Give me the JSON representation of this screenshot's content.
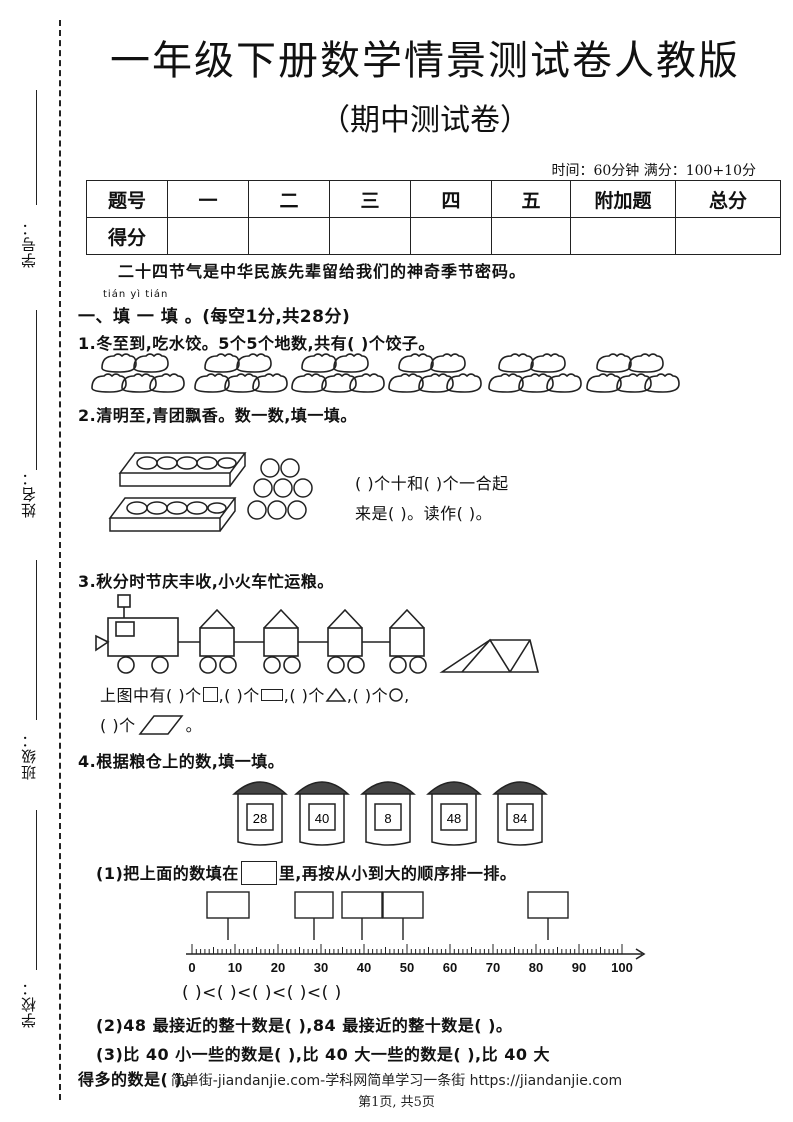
{
  "header": {
    "title": "一年级下册数学情景测试卷人教版",
    "subtitle": "（期中测试卷）",
    "time_info": "时间：60分钟  满分：100+10分"
  },
  "side_labels": [
    "学号：",
    "姓名：",
    "班级：",
    "学校："
  ],
  "score_table": {
    "row1": [
      "题号",
      "一",
      "二",
      "三",
      "四",
      "五",
      "附加题",
      "总分"
    ],
    "row2": [
      "得分",
      "",
      "",
      "",
      "",
      "",
      "",
      ""
    ]
  },
  "intro": "二十四节气是中华民族先辈留给我们的神奇季节密码。",
  "section1": {
    "pinyin": "tián yì tián",
    "heading": "一、填 一 填 。(每空1分,共28分)"
  },
  "questions": {
    "q1": "1.冬至到,吃水饺。5个5个地数,共有(      )个饺子。",
    "q2": "2.清明至,青团飘香。数一数,填一填。",
    "q2_line1": "(      )个十和(      )个一合起",
    "q2_line2": "来是(      )。读作(          )。",
    "q3": "3.秋分时节庆丰收,小火车忙运粮。",
    "q3_line1": [
      "上图中有(      )个",
      ",(      )个",
      ",(      )个",
      ",(      )个",
      ","
    ],
    "q3_line2": [
      "(      )个",
      "。"
    ],
    "q4": "4.根据粮仓上的数,填一填。",
    "silos": [
      "28",
      "40",
      "8",
      "48",
      "84"
    ],
    "q4_1": [
      "(1)把上面的数填在",
      "里,再按从小到大的顺序排一排。"
    ],
    "numberline_ticks": [
      "0",
      "10",
      "20",
      "30",
      "40",
      "50",
      "60",
      "70",
      "80",
      "90",
      "100"
    ],
    "order_line": "(      )<(      )<(      )<(      )<(      )",
    "q4_2": "(2)48 最接近的整十数是(      ),84 最接近的整十数是(      )。",
    "q4_3": "(3)比 40 小一些的数是(      ),比 40 大一些的数是(      ),比 40 大",
    "q4_3b": "得多的数是(      )。"
  },
  "footer": {
    "watermark": "简单街-jiandanjie.com-学科网简单学习一条街 https://jiandanjie.com",
    "page": "第1页, 共5页"
  }
}
